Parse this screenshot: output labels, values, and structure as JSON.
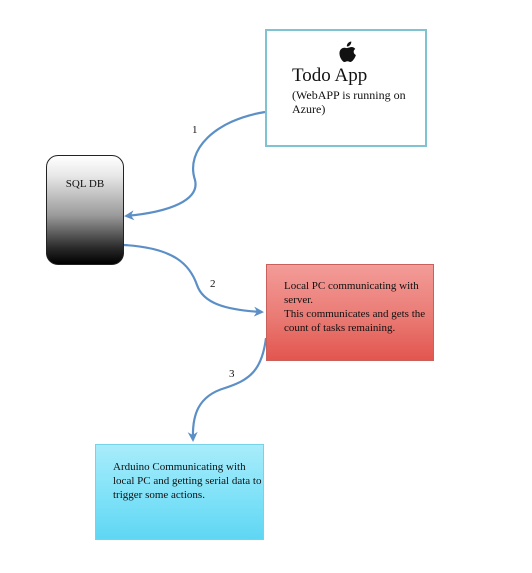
{
  "nodes": {
    "todo_app": {
      "icon": "apple-logo",
      "title": "Todo App",
      "subtitle": "(WebAPP is running on Azure)"
    },
    "sql_db": {
      "label": "SQL DB"
    },
    "local_pc": {
      "lines": [
        "Local PC communicating with server.",
        "This communicates and gets the count of tasks remaining."
      ]
    },
    "arduino": {
      "text": "Arduino Communicating with local PC and getting serial data to trigger some actions."
    }
  },
  "edges": [
    {
      "label": "1",
      "from": "todo_app",
      "to": "sql_db"
    },
    {
      "label": "2",
      "from": "sql_db",
      "to": "local_pc"
    },
    {
      "label": "3",
      "from": "local_pc",
      "to": "arduino"
    }
  ],
  "colors": {
    "arrow": "#5b8fc6",
    "todo_border": "#7ec3cf",
    "pc_fill": "#ea7a74",
    "arduino_fill": "#7fe2f8"
  }
}
